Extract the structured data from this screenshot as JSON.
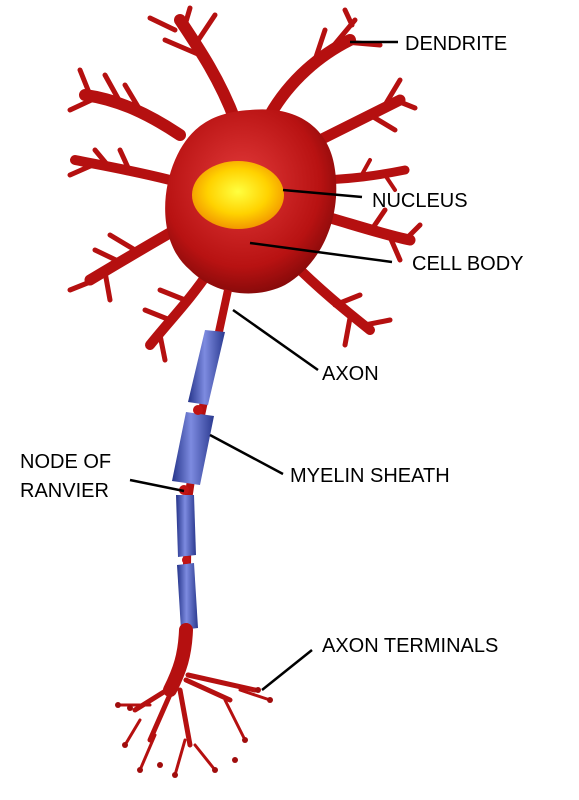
{
  "labels": {
    "dendrite": "DENDRITE",
    "nucleus": "NUCLEUS",
    "cell_body": "CELL BODY",
    "axon": "AXON",
    "node_line1": "NODE OF",
    "node_line2": "RANVIER",
    "myelin_sheath": "MYELIN SHEATH",
    "axon_terminals": "AXON TERMINALS"
  },
  "colors": {
    "cell": "#c01414",
    "cell_dark": "#8a0a0a",
    "nucleus_outer": "#f0a000",
    "nucleus_inner": "#ffe600",
    "myelin": "#3d4fa8",
    "myelin_light": "#7f8fe0",
    "leader_line": "#000000"
  }
}
